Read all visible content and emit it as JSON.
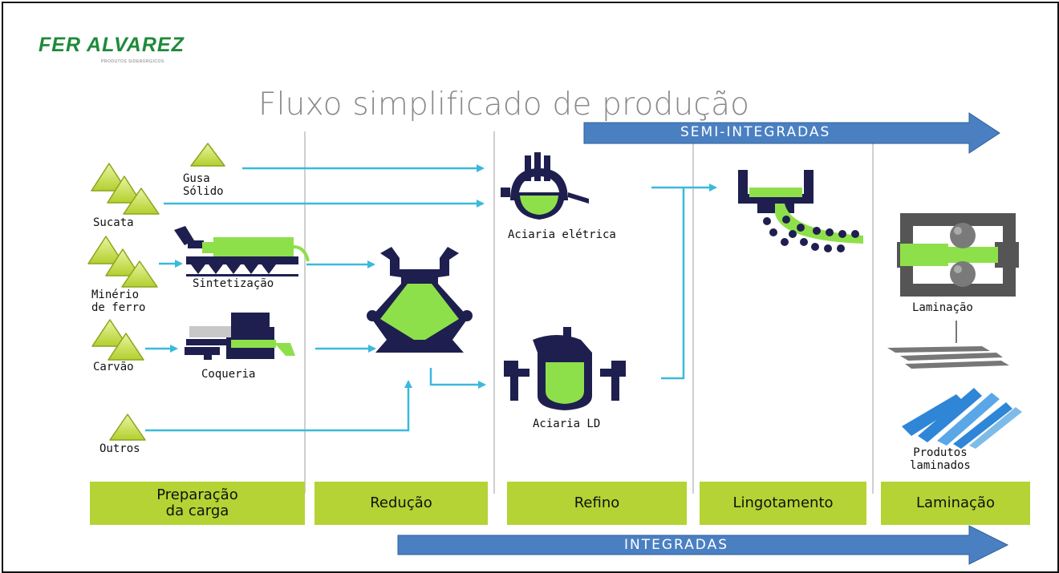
{
  "logo": {
    "name": "FER ALVAREZ",
    "subtitle": "PRODUTOS SIDERÚRGICOS"
  },
  "title": "Fluxo simplificado de produção",
  "arrows": {
    "semi_integradas": "SEMI-INTEGRADAS",
    "integradas": "INTEGRADAS"
  },
  "inputs": {
    "gusa": "Gusa\nSólido",
    "sucata": "Sucata",
    "minerio": "Minério\nde ferro",
    "carvao": "Carvão",
    "outros": "Outros"
  },
  "processes": {
    "sinterizacao": "Sintetização",
    "coqueria": "Coqueria",
    "aciaria_eletrica": "Aciaria elétrica",
    "aciaria_ld": "Aciaria LD",
    "laminacao": "Laminação",
    "produtos": "Produtos\nlaminados"
  },
  "stages": [
    "Preparação\nda carga",
    "Redução",
    "Refino",
    "Lingotamento",
    "Laminação"
  ],
  "colors": {
    "stage": "#b5d334",
    "pile": "#c8df52",
    "flow": "#3bb9dc",
    "arrow": "#4a80c2",
    "machine": "#1e1f4f",
    "green": "#8ee04a",
    "product": "#2f86d6"
  }
}
